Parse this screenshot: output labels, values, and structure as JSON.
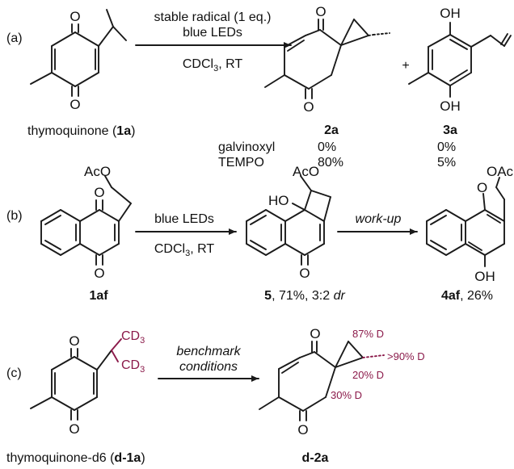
{
  "panels": {
    "a": "(a)",
    "b": "(b)",
    "c": "(c)"
  },
  "atoms": {
    "O": "O",
    "OH": "OH",
    "AcO": "AcO",
    "OAc": "OAc",
    "HO": "HO",
    "CD3": "CD",
    "CD3_sub": "3"
  },
  "scheme_a": {
    "condition_1": "stable radical (1 eq.)",
    "condition_2": "blue LEDs",
    "solvent": "CDCl",
    "solvent_sub": "3",
    "solvent_tail": ", RT",
    "plus": "+",
    "start_name": "thymoquinone (",
    "start_label": "1a",
    "start_close": ")",
    "product_2_label": "2a",
    "product_3_label": "3a",
    "results": [
      {
        "reagent": "galvinoxyl",
        "yield_2a": "0%",
        "yield_3a": "0%"
      },
      {
        "reagent": "TEMPO",
        "yield_2a": "80%",
        "yield_3a": "5%"
      }
    ]
  },
  "scheme_b": {
    "condition_1": "blue LEDs",
    "solvent": "CDCl",
    "solvent_sub": "3",
    "solvent_tail": ", RT",
    "workup": "work-up",
    "start_label": "1af",
    "intermediate_label": "5",
    "intermediate_yield": ", 71%, 3:2 ",
    "intermediate_dr": "dr",
    "product_label": "4af",
    "product_yield": ", 26%"
  },
  "scheme_c": {
    "condition_1": "benchmark",
    "condition_2": "conditions",
    "start_name": "thymoquinone-d6 (",
    "start_label": "d-1a",
    "start_close": ")",
    "product_label": "d-2a",
    "deuterium": [
      "87% D",
      ">90% D",
      "20% D",
      "30% D"
    ]
  },
  "colors": {
    "bond": "#1a1a1a",
    "deuterium_highlight": "#8b1a4a"
  }
}
